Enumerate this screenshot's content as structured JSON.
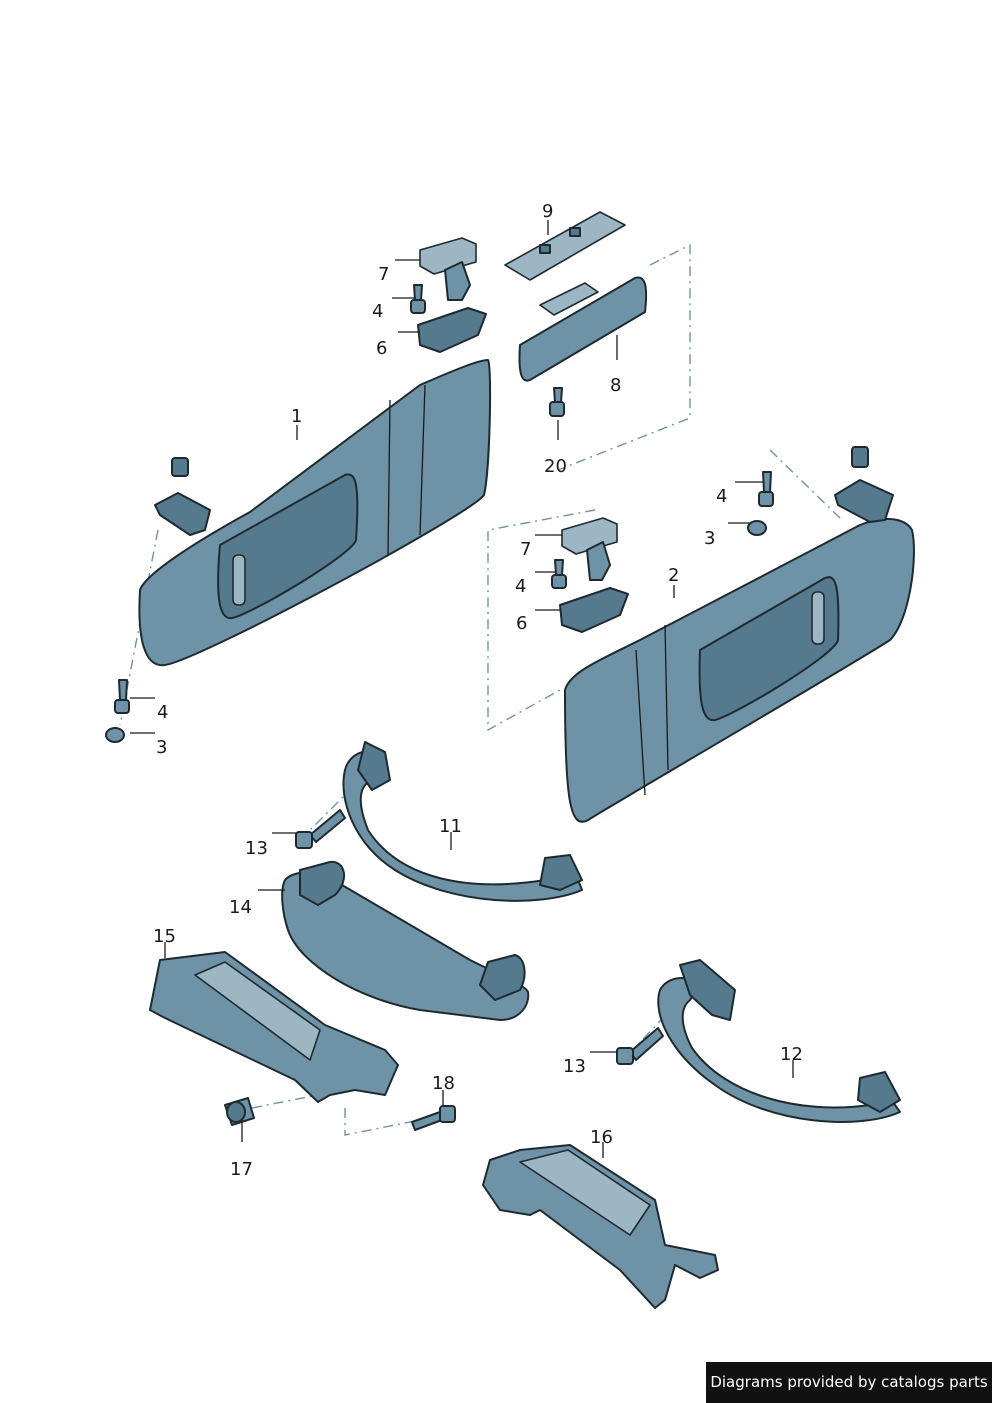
{
  "callouts": {
    "c1": "1",
    "c2": "2",
    "c3a": "3",
    "c3b": "3",
    "c4a": "4",
    "c4b": "4",
    "c4c": "4",
    "c4d": "4",
    "c6a": "6",
    "c6b": "6",
    "c7a": "7",
    "c7b": "7",
    "c8": "8",
    "c9": "9",
    "c11": "11",
    "c12": "12",
    "c13a": "13",
    "c13b": "13",
    "c14": "14",
    "c15": "15",
    "c16": "16",
    "c17": "17",
    "c18": "18",
    "c20": "20"
  },
  "colors": {
    "part": "#6f93a6",
    "outline": "#1f2a30",
    "dash": "#6f93a6"
  },
  "credit": "Diagrams provided by catalogs parts"
}
